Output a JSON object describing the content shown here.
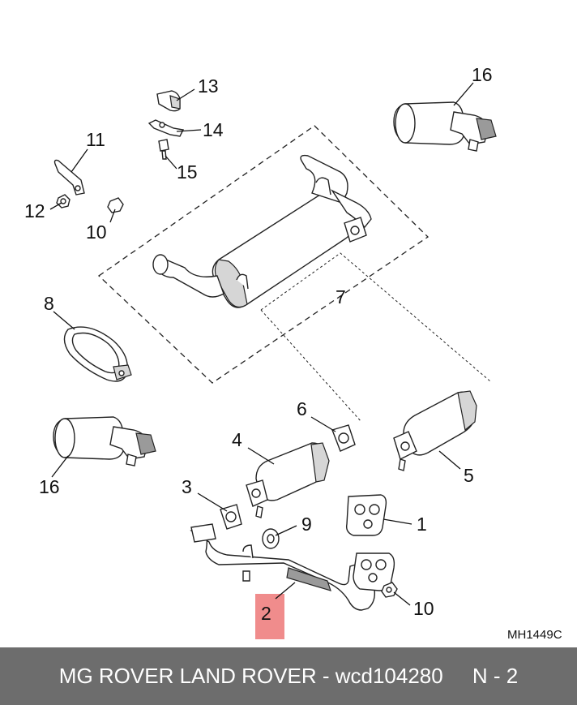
{
  "diagram": {
    "drawing_code": "MH1449C",
    "highlight_color": "#f08c8c",
    "callouts": [
      {
        "id": "c1",
        "label": "1"
      },
      {
        "id": "c2",
        "label": "2",
        "highlighted": true
      },
      {
        "id": "c3",
        "label": "3"
      },
      {
        "id": "c4",
        "label": "4"
      },
      {
        "id": "c5",
        "label": "5"
      },
      {
        "id": "c6",
        "label": "6"
      },
      {
        "id": "c7",
        "label": "7"
      },
      {
        "id": "c8",
        "label": "8"
      },
      {
        "id": "c9",
        "label": "9"
      },
      {
        "id": "c10a",
        "label": "10"
      },
      {
        "id": "c10b",
        "label": "10"
      },
      {
        "id": "c11",
        "label": "11"
      },
      {
        "id": "c12",
        "label": "12"
      },
      {
        "id": "c13",
        "label": "13"
      },
      {
        "id": "c14",
        "label": "14"
      },
      {
        "id": "c15",
        "label": "15"
      },
      {
        "id": "c16a",
        "label": "16"
      },
      {
        "id": "c16b",
        "label": "16"
      }
    ]
  },
  "footer": {
    "brand": "MG ROVER LAND ROVER - wcd104280",
    "ref": "N - 2",
    "background": "#6d6d6d"
  }
}
